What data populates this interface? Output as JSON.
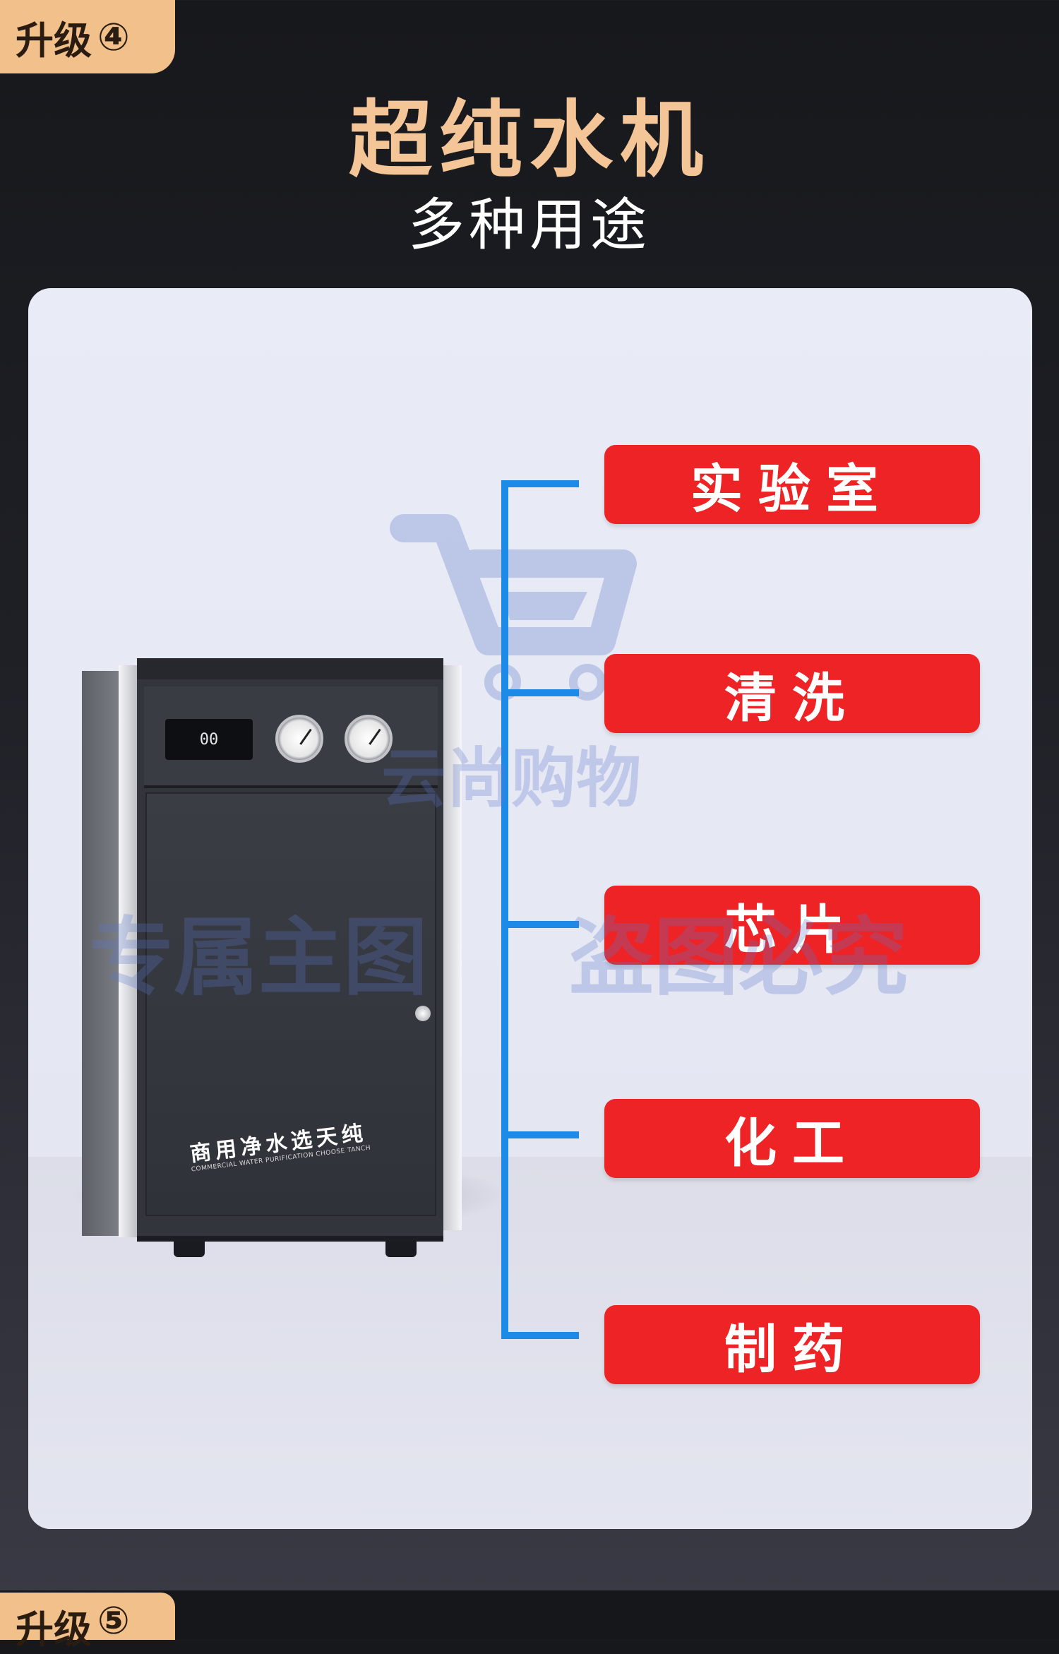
{
  "header": {
    "badge_label": "升级",
    "badge_number": "④",
    "title": "超纯水机",
    "subtitle": "多种用途"
  },
  "product": {
    "display_readout": "00",
    "brand_text": "商用净水选天纯",
    "brand_text_en": "COMMERCIAL WATER PURIFICATION CHOOSE TANCH"
  },
  "uses": [
    "实验室",
    "清洗",
    "芯片",
    "化工",
    "制药"
  ],
  "watermarks": {
    "shop_name": "云尚购物",
    "left_text": "专属主图",
    "right_text": "盗图必究"
  },
  "footer": {
    "badge_label": "升级",
    "badge_number": "⑤"
  },
  "colors": {
    "accent_gold": "#f3c597",
    "tag_red": "#ee2326",
    "line_blue": "#1e8ae8"
  }
}
